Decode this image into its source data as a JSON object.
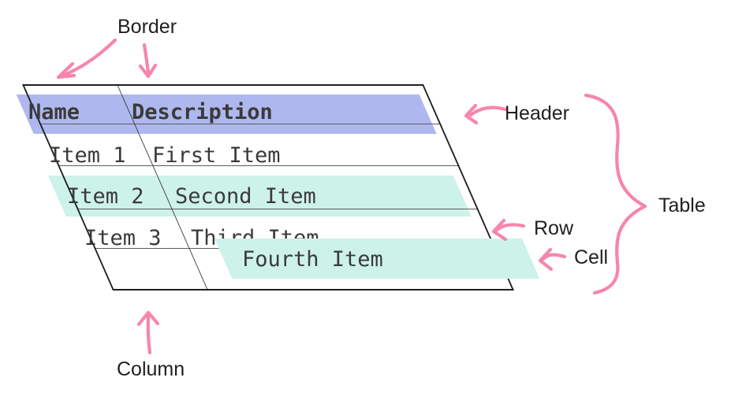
{
  "labels": {
    "border": "Border",
    "header": "Header",
    "table": "Table",
    "row": "Row",
    "cell": "Cell",
    "column": "Column"
  },
  "table": {
    "columns": [
      "Name",
      "Description"
    ],
    "rows": [
      {
        "name": "Item 1",
        "description": "First Item"
      },
      {
        "name": "Item 2",
        "description": "Second Item"
      },
      {
        "name": "Item 3",
        "description": "Third Item"
      },
      {
        "name": "",
        "description": "Fourth Item"
      }
    ]
  },
  "colors": {
    "header_highlight": "#aeb8ef",
    "row_highlight": "#cdf2e9",
    "cell_highlight": "#cdf2e9",
    "annotation_pink": "#f785ad",
    "table_text": "#3a3a3a",
    "label_text": "#1f1f1f",
    "border_line": "#1e1e1e",
    "grid_line": "#5c5c5c"
  }
}
